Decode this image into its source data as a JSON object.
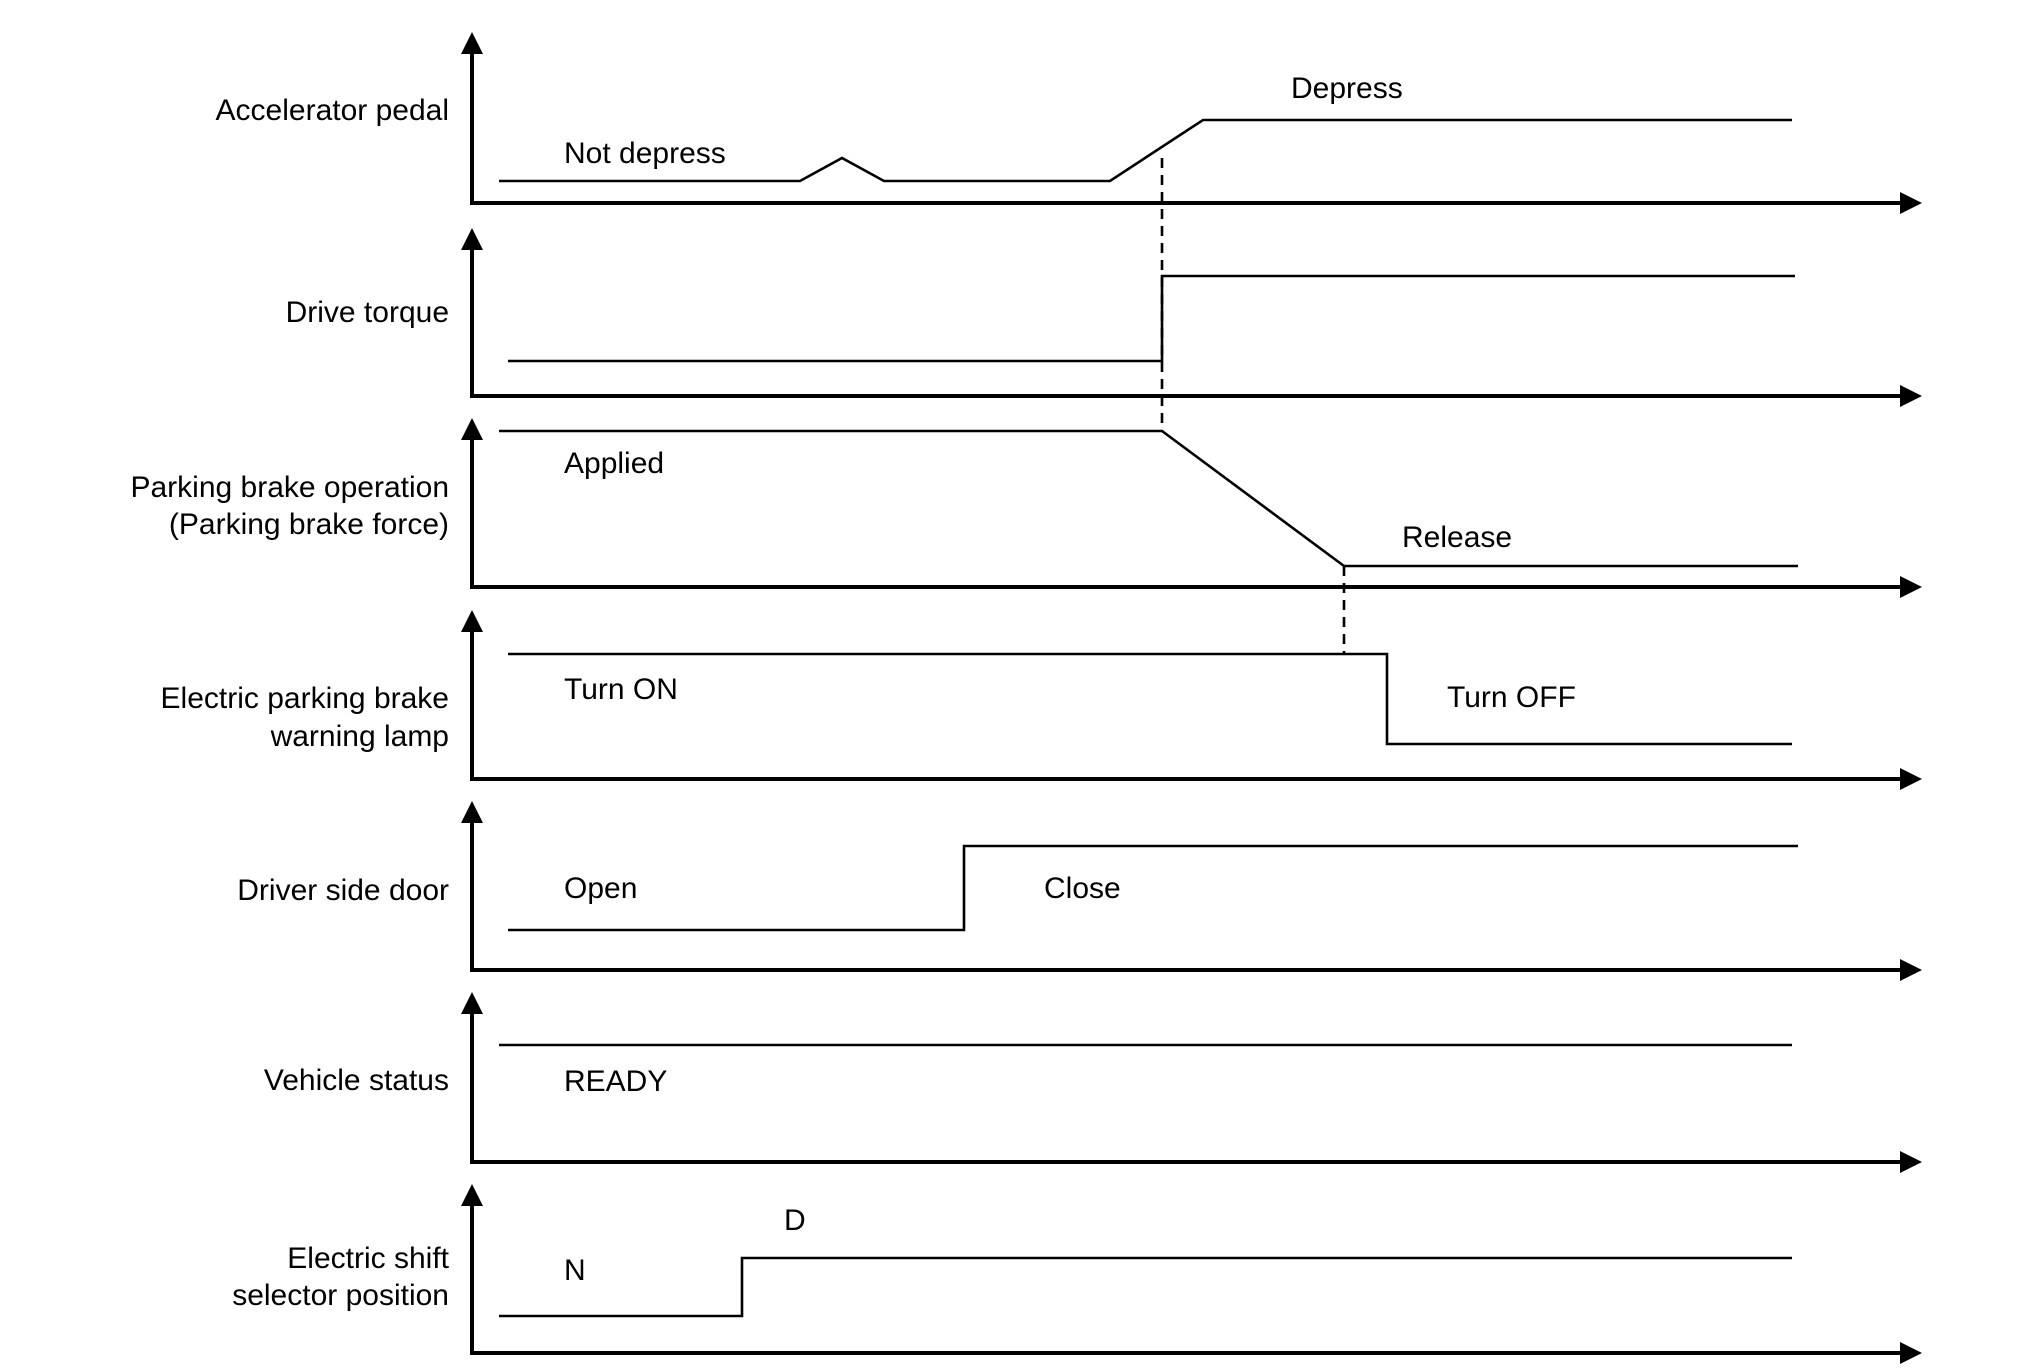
{
  "rows": [
    {
      "id": "accelerator",
      "label_lines": [
        "Accelerator pedal"
      ],
      "annotations": [
        "Not depress",
        "Depress"
      ]
    },
    {
      "id": "drive-torque",
      "label_lines": [
        "Drive torque"
      ],
      "annotations": []
    },
    {
      "id": "parking-brake",
      "label_lines": [
        "Parking brake operation",
        "(Parking brake force)"
      ],
      "annotations": [
        "Applied",
        "Release"
      ]
    },
    {
      "id": "warning-lamp",
      "label_lines": [
        "Electric parking brake",
        "warning lamp"
      ],
      "annotations": [
        "Turn ON",
        "Turn OFF"
      ]
    },
    {
      "id": "driver-door",
      "label_lines": [
        "Driver side door"
      ],
      "annotations": [
        "Open",
        "Close"
      ]
    },
    {
      "id": "vehicle-status",
      "label_lines": [
        "Vehicle status"
      ],
      "annotations": [
        "READY"
      ]
    },
    {
      "id": "shift-selector",
      "label_lines": [
        "Electric shift",
        "selector position"
      ],
      "annotations": [
        "N",
        "D"
      ]
    }
  ]
}
